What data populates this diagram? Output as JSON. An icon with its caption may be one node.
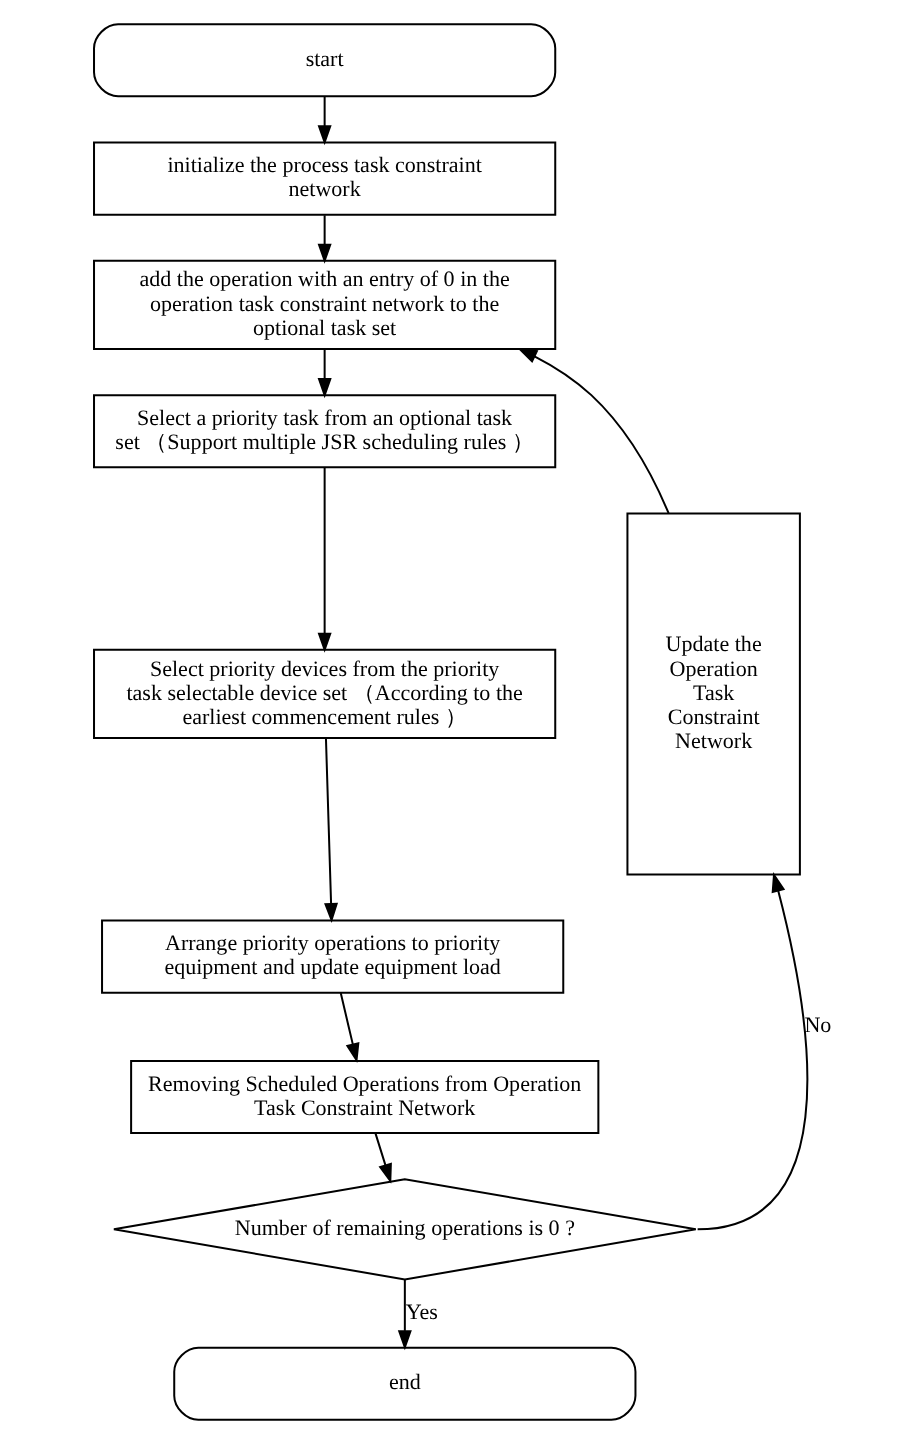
{
  "diagram": {
    "nodes": [
      {
        "text": [
          "start"
        ]
      },
      {
        "text": [
          "initialize the process task constraint network"
        ]
      },
      {
        "text": [
          "add the operation with an entry of 0 in the operation task constraint network to the optional task set"
        ]
      },
      {
        "text": [
          "Select a priority task from an optional task set （Support multiple JSR scheduling rules ）"
        ]
      },
      {
        "text": [
          "Select priority devices from the priority task selectable device set （According to the earliest commencement rules ）"
        ]
      },
      {
        "text": [
          "Arrange priority operations to priority equipment and update equipment load"
        ]
      },
      {
        "text": [
          "Removing Scheduled Operations from Operation Task Constraint Network"
        ]
      },
      {
        "text": [
          "Number of remaining operations is 0 ?"
        ]
      },
      {
        "text": [
          "end"
        ]
      },
      {
        "text": [
          "Update the Operation Task Constraint Network"
        ]
      }
    ],
    "edges": [
      {
        "from": 0,
        "to": 1,
        "arrow": "to"
      },
      {
        "from": 1,
        "to": 2,
        "arrow": "to"
      },
      {
        "from": 2,
        "to": 3,
        "arrow": "to"
      },
      {
        "from": 3,
        "to": 4,
        "arrow": "to"
      },
      {
        "from": 4,
        "to": 5,
        "arrow": "to"
      },
      {
        "from": 5,
        "to": 6,
        "arrow": "to"
      },
      {
        "from": 6,
        "to": 7,
        "arrow": "to"
      },
      {
        "from": 7,
        "to": 8,
        "arrow": "to",
        "label": "Yes"
      },
      {
        "from": 7,
        "to": 9,
        "arrow": "to",
        "label": "No"
      },
      {
        "from": 9,
        "to": 2,
        "arrow": "to"
      }
    ]
  }
}
